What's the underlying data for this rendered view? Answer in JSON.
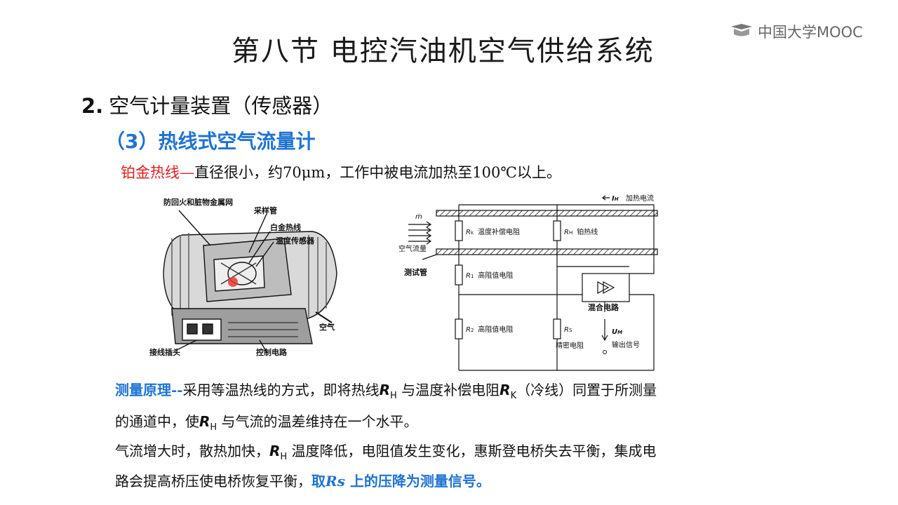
{
  "logo": {
    "text": "中国大学MOOC",
    "icon": "mooc-logo-icon"
  },
  "title": "第八节  电控汽油机空气供给系统",
  "section": {
    "number": "2.",
    "text": "空气计量装置（传感器）"
  },
  "subsection": "（3）热线式空气流量计",
  "platinum": {
    "label": "铂金热线—",
    "text": "直径很小，约70μm，工作中被电流加热至100℃以上。"
  },
  "fig1": {
    "labels": {
      "mesh": "防回火和脏物金属网",
      "sampling_tube": "采样管",
      "platinum_wire": "白金热线",
      "temp_sensor": "温度传感器",
      "air": "空气",
      "connector": "接线插头",
      "control_circuit": "控制电路"
    }
  },
  "fig2": {
    "labels": {
      "ih": "I",
      "ih_sub": "H",
      "heating_current": "加热电流",
      "mdot": "ṁ",
      "airflow": "空气流量",
      "test_tube": "测试管",
      "rk": "R",
      "rk_sub": "k",
      "rk_desc": "温度补偿电阻",
      "rh": "R",
      "rh_sub": "H",
      "rh_desc": "铂热线",
      "r1": "R",
      "r1_sub": "1",
      "r1_desc": "高阻值电阻",
      "r2": "R",
      "r2_sub": "2",
      "r2_desc": "高阻值电阻",
      "rs": "R",
      "rs_sub": "S",
      "rs_desc": "精密电阻",
      "mix": "混合电路",
      "um": "U",
      "um_sub": "M",
      "output": "输出信号"
    }
  },
  "principle": {
    "label": "测量原理--",
    "p1_a": "采用等温热线的方式，即将热线",
    "rh": "R",
    "rh_sub": "H",
    "p1_b": " 与温度补偿电阻",
    "rk": "R",
    "rk_sub": "K",
    "p1_c": "（冷线）同置于所测量",
    "p2_a": "的通道中，使",
    "p2_b": " 与气流的温差维持在一个水平。",
    "p3_a": "气流增大时，散热加快，",
    "p3_b": " 温度降低，电阻值发生变化，惠斯登电桥失去平衡，集成电",
    "p4_a": "路会提高桥压使电桥恢复平衡，",
    "p4_b1": "取",
    "p4_rs": "Rs",
    "p4_b2": " 上的压降为测量信号。"
  }
}
